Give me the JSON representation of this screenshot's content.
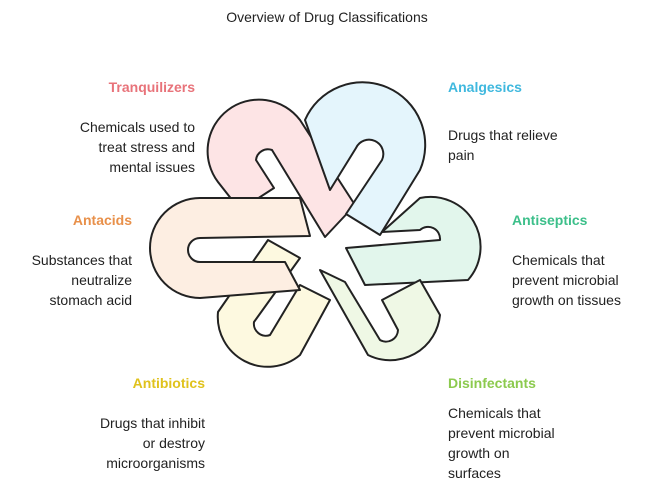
{
  "title": "Overview of Drug Classifications",
  "items": [
    {
      "label": "Tranquilizers",
      "desc": [
        "Chemicals used to",
        "treat stress and",
        "mental issues"
      ],
      "color": "#e8737a",
      "fill": "#fde4e5"
    },
    {
      "label": "Analgesics",
      "desc": [
        "Drugs that relieve",
        "pain"
      ],
      "color": "#3fb8de",
      "fill": "#e4f5fc"
    },
    {
      "label": "Antiseptics",
      "desc": [
        "Chemicals that",
        "prevent microbial",
        "growth on tissues"
      ],
      "color": "#3cbf8a",
      "fill": "#e2f6ec"
    },
    {
      "label": "Disinfectants",
      "desc": [
        "Chemicals that",
        "prevent microbial",
        "growth on",
        "surfaces"
      ],
      "color": "#8cca4e",
      "fill": "#eff8e5"
    },
    {
      "label": "Antibiotics",
      "desc": [
        "Drugs that inhibit",
        "or destroy",
        "microorganisms"
      ],
      "color": "#e0c21c",
      "fill": "#fdf9e0"
    },
    {
      "label": "Antacids",
      "desc": [
        "Substances that",
        "neutralize",
        "stomach acid"
      ],
      "color": "#e8904a",
      "fill": "#fdeee2"
    }
  ]
}
